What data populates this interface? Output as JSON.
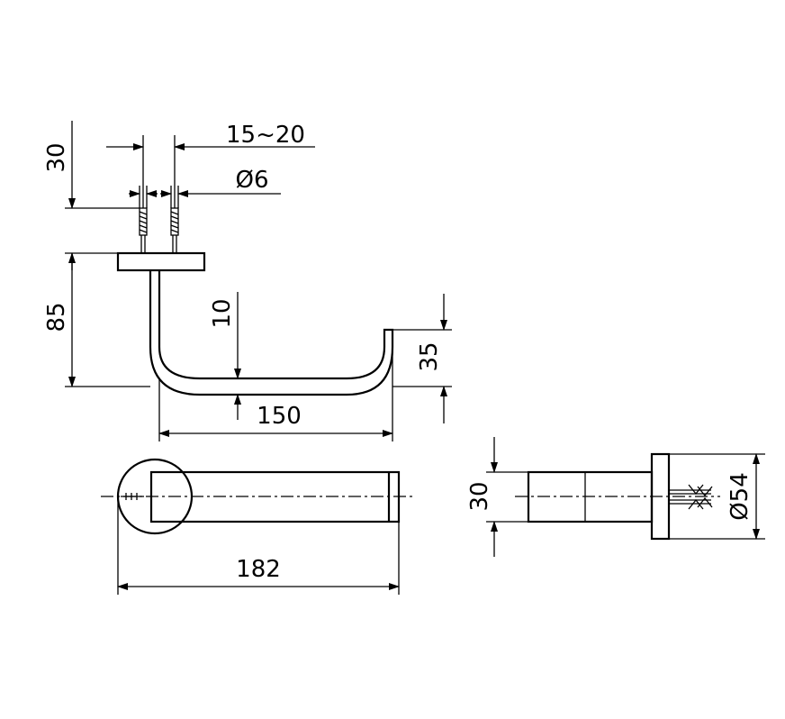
{
  "dimensions": {
    "mount_height": "30",
    "anchor_spacing": "15~20",
    "anchor_diameter": "Ø6",
    "overall_height": "85",
    "arm_thickness": "10",
    "tip_height": "35",
    "arm_length": "150",
    "overall_length": "182",
    "bar_width": "30",
    "rosette_diameter": "Ø54"
  }
}
